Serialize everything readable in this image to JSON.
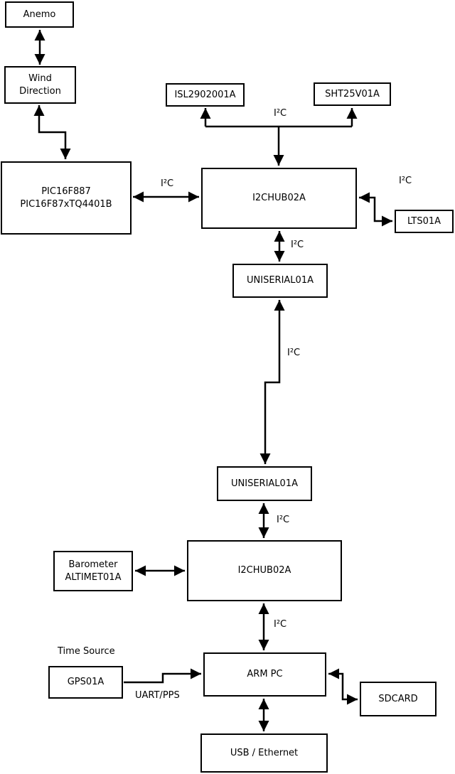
{
  "diagram": {
    "type": "block-diagram",
    "colors": {
      "line": "#000000",
      "background": "#ffffff",
      "node_fill": "#ffffff"
    },
    "nodes": {
      "anemo": {
        "label": "Anemo"
      },
      "wind_direction": {
        "label_line1": "Wind",
        "label_line2": "Direction"
      },
      "pic": {
        "label_line1": "PIC16F887",
        "label_line2": "PIC16F87xTQ4401B"
      },
      "isl": {
        "label": "ISL2902001A"
      },
      "sht": {
        "label": "SHT25V01A"
      },
      "i2c_hub_top": {
        "label": "I2CHUB02A"
      },
      "lts": {
        "label": "LTS01A"
      },
      "uniserial_top": {
        "label": "UNISERIAL01A"
      },
      "uniserial_bottom": {
        "label": "UNISERIAL01A"
      },
      "i2c_hub_bottom": {
        "label": "I2CHUB02A"
      },
      "barometer": {
        "label_line1": "Barometer",
        "label_line2": "ALTIMET01A"
      },
      "gps": {
        "label": "GPS01A"
      },
      "arm_pc": {
        "label": "ARM PC"
      },
      "sdcard": {
        "label": "SDCARD"
      },
      "usb_ethernet": {
        "label": "USB / Ethernet"
      }
    },
    "edge_labels": {
      "i2c_sensor_bus": "I²C",
      "i2c_pic_hub": "I²C",
      "i2c_hub_lts": "I²C",
      "i2c_hub_uniserial": "I²C",
      "i2c_serial_link": "I²C",
      "i2c_uniserial_hub": "I²C",
      "i2c_hub_armpc": "I²C",
      "uart_pps": "UART/PPS",
      "time_source": "Time Source"
    }
  }
}
